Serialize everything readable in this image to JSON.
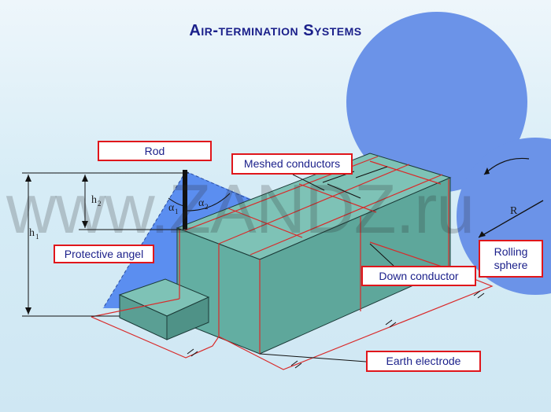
{
  "title": "Air-termination Systems",
  "labels": {
    "rod": "Rod",
    "meshed_conductors": "Meshed conductors",
    "protective_angel": "Protective angel",
    "down_conductor": "Down conductor",
    "rolling_sphere": "Rolling sphere",
    "earth_electrode": "Earth electrode"
  },
  "dimensions": {
    "h1": "h",
    "h1_sub": "1",
    "h2": "h",
    "h2_sub": "2",
    "alpha1": "α",
    "alpha1_sub": "1",
    "alpha2": "α",
    "alpha2_sub": "2",
    "radius": "R"
  },
  "watermark": "www.ZANDZ.ru",
  "colors": {
    "title": "#1a1f8a",
    "label_border": "#e0161b",
    "sphere": "#6b93e8",
    "building": "#6fb3a8",
    "protective_zone": "#5b8ef0"
  }
}
